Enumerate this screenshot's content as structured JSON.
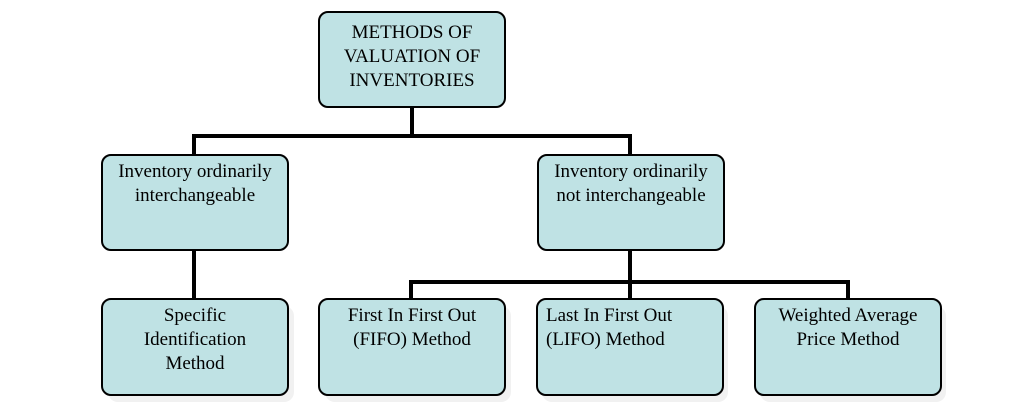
{
  "style": {
    "node_fill": "#bfe2e4",
    "node_border": "#000000",
    "connector_color": "#000000"
  },
  "diagram": {
    "root": {
      "lines": [
        "METHODS OF",
        "VALUATION OF",
        "INVENTORIES"
      ]
    },
    "interchangeable": {
      "lines": [
        "Inventory ordinarily",
        "interchangeable"
      ]
    },
    "not_interchangeable": {
      "lines": [
        "Inventory ordinarily",
        "not interchangeable"
      ]
    },
    "specific_identification": {
      "lines": [
        "Specific",
        "Identification",
        "Method"
      ]
    },
    "fifo": {
      "lines": [
        "First In First Out",
        "(FIFO) Method"
      ]
    },
    "lifo": {
      "lines": [
        "Last In First Out",
        "(LIFO) Method"
      ]
    },
    "weighted_average": {
      "lines": [
        "Weighted Average",
        "Price Method"
      ]
    }
  }
}
